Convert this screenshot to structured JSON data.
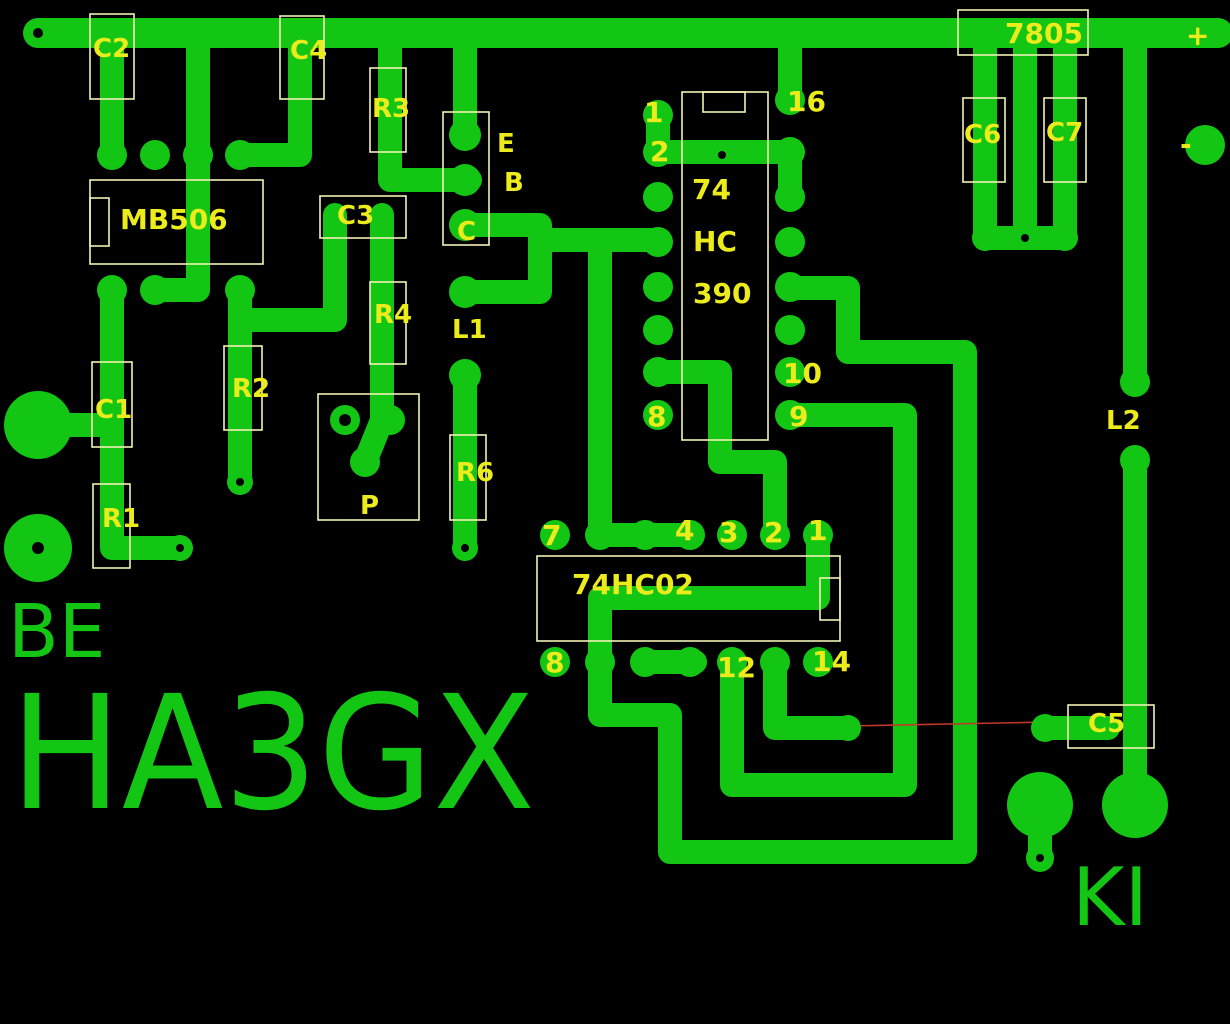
{
  "board": {
    "background": "#000000",
    "copper_color": "#13c613",
    "label_color": "#ecec1c",
    "outline_color": "#f2f2b4",
    "jumper_color": "#c0392b"
  },
  "components": {
    "c2": "C2",
    "c4": "C4",
    "r3": "R3",
    "transistor_e": "E",
    "transistor_b": "B",
    "transistor_c": "C",
    "mb506": "MB506",
    "c3": "C3",
    "r4": "R4",
    "l1": "L1",
    "r2": "R2",
    "c1": "C1",
    "r1": "R1",
    "pot": "P",
    "r6": "R6",
    "hc390_line1": "74",
    "hc390_line2": "HC",
    "hc390_line3": "390",
    "reg_7805": "7805",
    "c6": "C6",
    "c7": "C7",
    "l2": "L2",
    "c5": "C5",
    "hc02": "74HC02"
  },
  "pins": {
    "u390_1": "1",
    "u390_2": "2",
    "u390_16": "16",
    "u390_10": "10",
    "u390_8": "8",
    "u390_9": "9",
    "u02_7": "7",
    "u02_4": "4",
    "u02_3": "3",
    "u02_2": "2",
    "u02_1": "1",
    "u02_8": "8",
    "u02_12": "12",
    "u02_14": "14"
  },
  "power": {
    "plus": "+",
    "minus": "-"
  },
  "text": {
    "be": "BE",
    "callsign": "HA3GX",
    "ki": "KI"
  }
}
